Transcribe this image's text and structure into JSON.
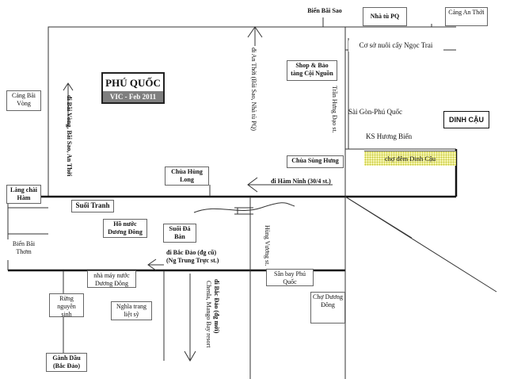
{
  "map": {
    "title": "PHÚ QUỐC",
    "subtitle": "VIC - Feb 2011",
    "places": {
      "bien_bai_sao": "Biển Bãi Sao",
      "nha_tu_pq": "Nhà tù PQ",
      "cang_an_thoi": "Cảng An Thới",
      "co_so_ngoc_trai": "Cơ sở nuôi cấy Ngọc Trai",
      "shop_bao_tang": "Shop & Bảo tàng Cội Nguồn",
      "sai_gon_phu_quoc": "Sài Gòn-Phú Quốc",
      "dinh_cau": "DINH CẬU",
      "ks_huong_bien": "KS Hương Biển",
      "cho_dem": "chợ đêm Dinh Cậu",
      "chua_sung_hung": "Chùa Sùng Hưng",
      "cang_bai_vong": "Cảng Bãi Vòng",
      "chua_hung_long": "Chùa Hùng Long",
      "lang_chai_ham": "Làng chài Hàm",
      "suoi_tranh": "Suối Tranh",
      "ho_nuoc_duong_dong": "Hồ nước Dương Đông",
      "suoi_da_ban": "Suối Đá Bàn",
      "bien_bai_thom": "Biển Bãi Thơm",
      "nha_may_nuoc": "nhà máy nước Dương Đông",
      "san_bay": "Sân bay Phú Quốc",
      "rung_nguyen_sinh": "Rừng nguyên sinh",
      "nghia_trang": "Nghĩa trang liệt sỹ",
      "cho_duong_dong": "Chợ Dương Đông",
      "ganh_dau": "Gành Dầu (Bắc Đảo)"
    },
    "roads": {
      "di_an_thoi": "đi An Thới (Bãi Sao, Nhà tù PQ)",
      "di_bai_vong": "đi Bãi Vòng, Bãi Sao, An Thới",
      "tran_hung_dao": "Trần Hưng Đạo st.",
      "di_ham_ninh": "đi Hàm Ninh (30/4 st.)",
      "hung_vuong": "Hùng Vương st.",
      "di_bac_dao_cu": "đi Bắc Đảo (đg cũ)",
      "ng_trung_truc": "(Ng Trung Trực st.)",
      "di_bac_dao_moi": "đi Bắc Đảo (đg mới)",
      "chenla_mango": "Chenla, Mango Bay resort"
    },
    "colors": {
      "market_fill": "#f6f6b4",
      "title_band": "#7f7f7f"
    }
  }
}
